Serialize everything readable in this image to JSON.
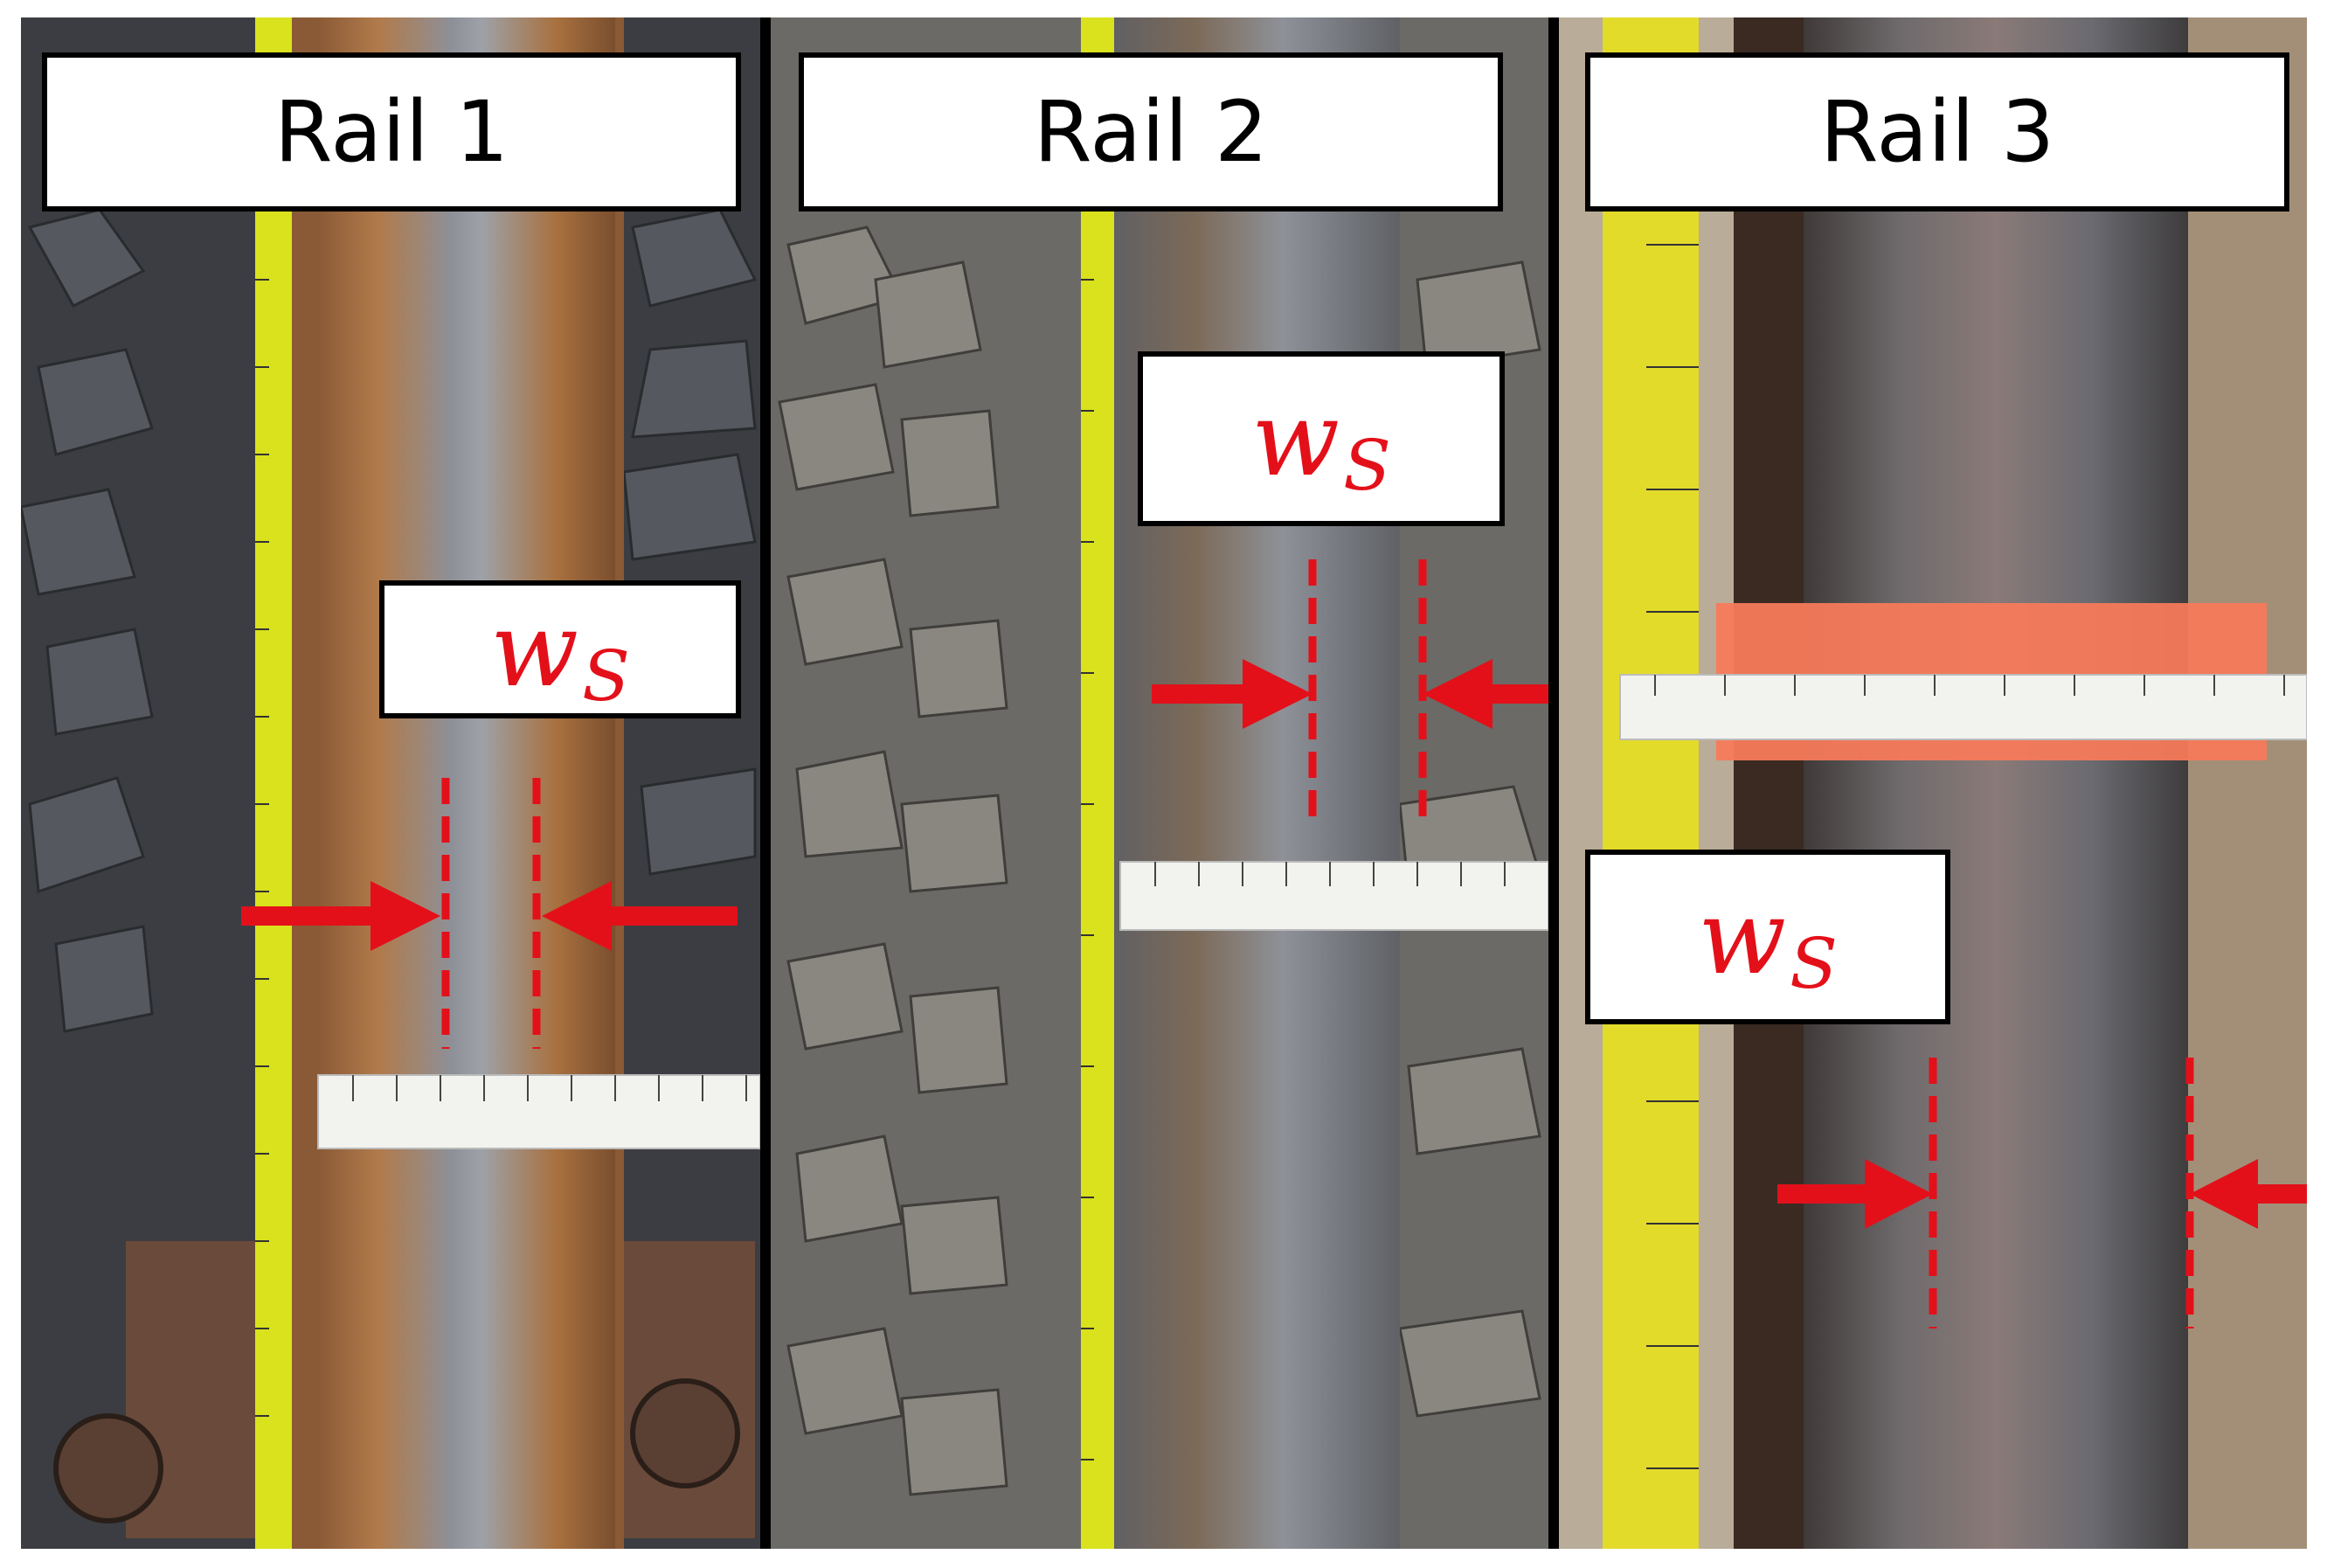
{
  "panels": [
    {
      "title": "Rail 1",
      "label_main": "w",
      "label_sub": "S"
    },
    {
      "title": "Rail 2",
      "label_main": "w",
      "label_sub": "S"
    },
    {
      "title": "Rail 3",
      "label_main": "w",
      "label_sub": "S"
    }
  ],
  "colors": {
    "annotation": "#e3101a",
    "tape": "#d9e21c",
    "rail_head": "#7a7e86",
    "rust": "#a8683a",
    "ballast": "#4a4d52"
  }
}
